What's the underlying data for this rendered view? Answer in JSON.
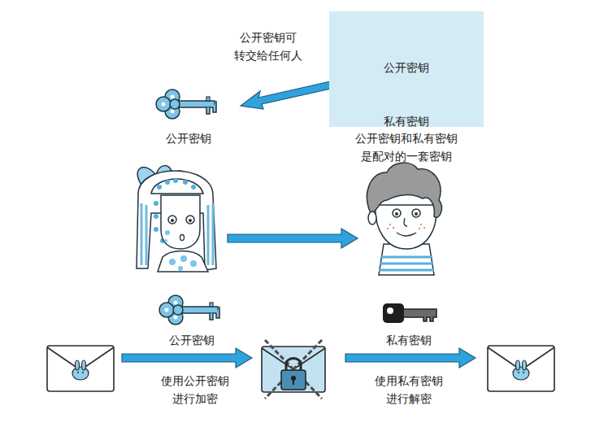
{
  "diagram": {
    "nodes": [
      {
        "text": [
          "公开密钥",
          "私有密钥"
        ]
      }
    ],
    "labels": [
      "公开密钥可 转交给任何人",
      "公开密钥",
      "公开密钥和私有密钥 是配对的一套密钥",
      "公开密钥",
      "私有密钥",
      "使用公开密钥 进行加密",
      "使用私有密钥 进行解密"
    ]
  }
}
